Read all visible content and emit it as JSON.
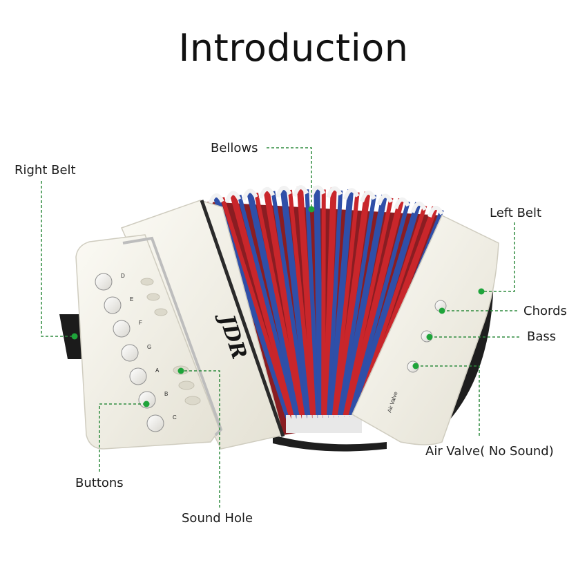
{
  "title": "Introduction",
  "callouts": {
    "right_belt": "Right Belt",
    "bellows": "Bellows",
    "left_belt": "Left Belt",
    "chords": "Chords",
    "bass": "Bass",
    "air_valve": "Air Valve( No Sound)",
    "buttons": "Buttons",
    "sound_hole": "Sound Hole"
  },
  "instrument": {
    "brand": "JDR",
    "air_valve_label": "Air Valve",
    "button_notes": [
      "D",
      "E",
      "F",
      "G",
      "A",
      "B",
      "C"
    ]
  },
  "colors": {
    "leader_line": "#2e8b3e",
    "marker_dot": "#1ea43a",
    "body": "#f3f1e8",
    "bellow_red": "#c9262b",
    "bellow_blue": "#2f4fa8"
  }
}
